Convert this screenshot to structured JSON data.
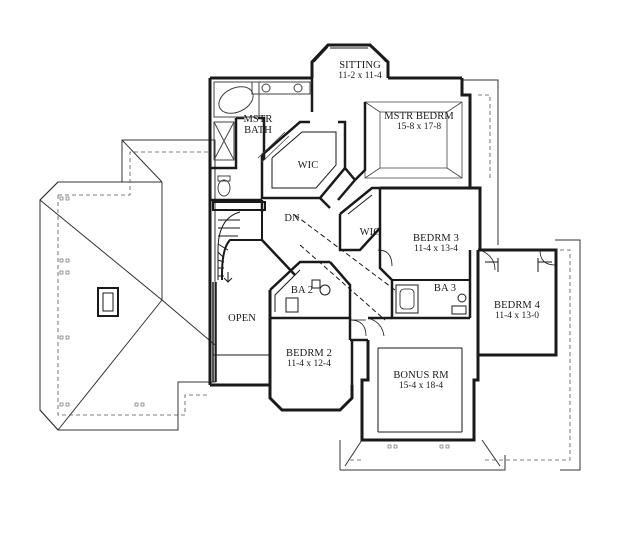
{
  "rooms": {
    "sitting": {
      "name": "SITTING",
      "dims": "11-2 x 11-4"
    },
    "master_bedroom": {
      "name": "MSTR BEDRM",
      "dims": "15-8 x 17-8"
    },
    "master_bath": {
      "line1": "MSTR",
      "line2": "BATH"
    },
    "wic_master": {
      "name": "WIC"
    },
    "wic_bedroom3": {
      "name": "WIC"
    },
    "stair": {
      "name": "DN"
    },
    "bedroom3": {
      "name": "BEDRM 3",
      "dims": "11-4 x 13-4"
    },
    "ba2": {
      "name": "BA 2"
    },
    "ba3": {
      "name": "BA 3"
    },
    "bedroom4": {
      "name": "BEDRM 4",
      "dims": "11-4 x 13-0"
    },
    "open": {
      "name": "OPEN"
    },
    "bedroom2": {
      "name": "BEDRM 2",
      "dims": "11-4 x 12-4"
    },
    "bonus_room": {
      "name": "BONUS RM",
      "dims": "15-4 x 18-4"
    }
  },
  "colors": {
    "wall": "#1a1a1a",
    "roof_line": "#333333",
    "dashed": "#555555",
    "fixture": "#444444",
    "background": "#ffffff"
  }
}
